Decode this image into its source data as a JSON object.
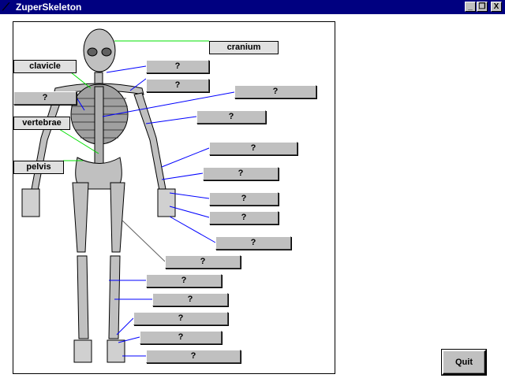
{
  "window": {
    "title": "ZuperSkeleton",
    "minimize": "_",
    "restore": "❐",
    "close": "X"
  },
  "labels": {
    "cranium": "cranium",
    "clavicle": "clavicle",
    "vertebrae": "vertebrae",
    "pelvis": "pelvis"
  },
  "unknown": [
    "?",
    "?",
    "?",
    "?",
    "?",
    "?",
    "?",
    "?",
    "?",
    "?",
    "?",
    "?",
    "?",
    "?",
    "?",
    "?"
  ],
  "quit_label": "Quit",
  "colors": {
    "known_line": "#00e000",
    "unknown_line": "#0000ff",
    "titlebar": "#000080"
  }
}
